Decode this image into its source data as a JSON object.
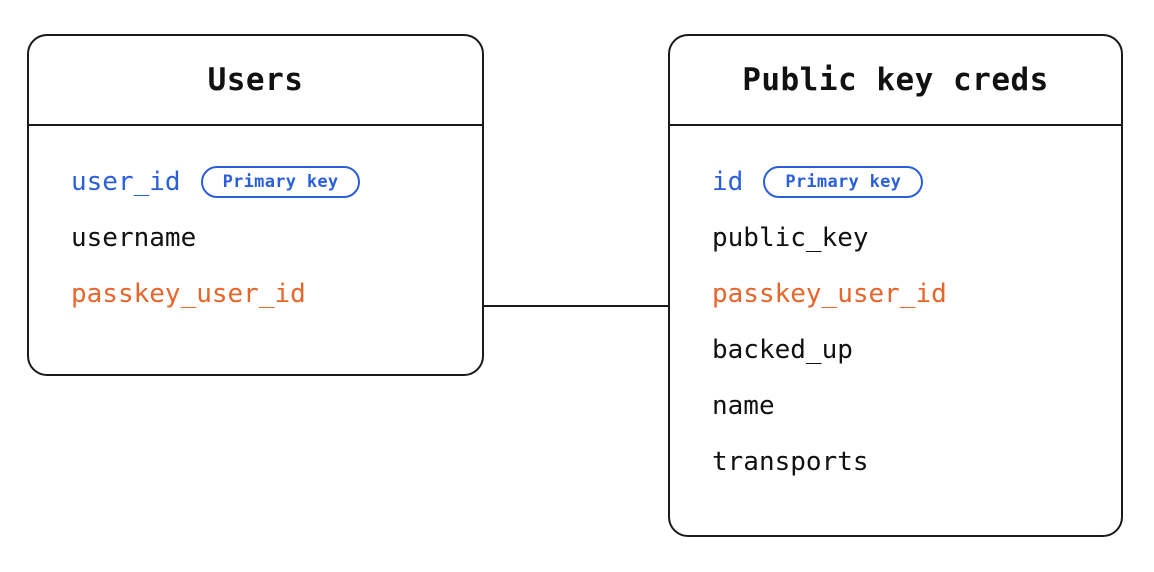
{
  "diagram": {
    "type": "entity-relationship-diagram",
    "background_color": "#ffffff",
    "colors": {
      "border": "#1a1a1a",
      "text": "#111111",
      "primary_key": "#2B5FD9",
      "foreign_key": "#E8652B"
    },
    "entities": [
      {
        "id": "users",
        "title": "Users",
        "fields": [
          {
            "name": "user_id",
            "color": "blue",
            "badge": "Primary key"
          },
          {
            "name": "username",
            "color": "default",
            "badge": null
          },
          {
            "name": "passkey_user_id",
            "color": "orange",
            "badge": null
          }
        ]
      },
      {
        "id": "public-key-creds",
        "title": "Public key creds",
        "fields": [
          {
            "name": "id",
            "color": "blue",
            "badge": "Primary key"
          },
          {
            "name": "public_key",
            "color": "default",
            "badge": null
          },
          {
            "name": "passkey_user_id",
            "color": "orange",
            "badge": null
          },
          {
            "name": "backed_up",
            "color": "default",
            "badge": null
          },
          {
            "name": "name",
            "color": "default",
            "badge": null
          },
          {
            "name": "transports",
            "color": "default",
            "badge": null
          }
        ]
      }
    ],
    "relationships": [
      {
        "from": "users.passkey_user_id",
        "to": "public-key-creds.passkey_user_id"
      }
    ]
  }
}
